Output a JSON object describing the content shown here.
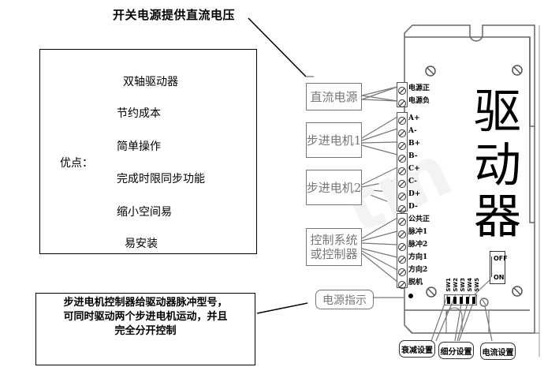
{
  "top_callout": {
    "text": "开关电源提供直流电压"
  },
  "advantages": {
    "label": "优点：",
    "items": [
      "双轴驱动器",
      "节约成本",
      "简单操作",
      "完成时限同步功能",
      "缩小空间易",
      "易安装"
    ]
  },
  "description": {
    "lines": [
      "步进电机控制器给驱动器脉冲型号，",
      "可同时驱动两个步进电机运动，并且",
      "完全分开控制"
    ]
  },
  "left_blocks": {
    "dc_power": "直流电源",
    "motor1": "步进电机1",
    "motor2": "步进电机2",
    "controller_line1": "控制系统",
    "controller_line2": "或控制器",
    "power_indicator": "电源指示"
  },
  "terminals": {
    "power": [
      "电源正",
      "电源负"
    ],
    "motor": [
      "A+",
      "A-",
      "B+",
      "B-",
      "C+",
      "C-",
      "D+",
      "D-"
    ],
    "control": [
      "公共正",
      "脉冲1",
      "脉冲2",
      "方向1",
      "方向2",
      "脱机"
    ]
  },
  "driver": {
    "chars": [
      "驱",
      "动",
      "器"
    ]
  },
  "switch": {
    "off": "OFF",
    "on": "ON"
  },
  "dip_switches": [
    "SW1",
    "SW2",
    "SW3",
    "SW4",
    "SW5"
  ],
  "bottom_labels": {
    "decay": "衰减设置",
    "microstep": "细分设置",
    "current": "电流设置"
  }
}
